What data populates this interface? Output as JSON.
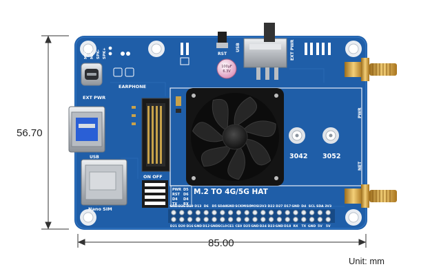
{
  "dimensions": {
    "height_label": "56.70",
    "width_label": "85.00",
    "unit_label": "Unit: mm"
  },
  "board": {
    "title": "M.2 TO 4G/5G HAT",
    "standoff_labels": [
      "3042",
      "3052"
    ],
    "silkscreen": {
      "top_left_pins": [
        "MIC-",
        "MIC+",
        "SPK-",
        "SPK+"
      ],
      "ext_pwr_left": "EXT PWR",
      "earphone": "EARPHONE",
      "rst": "RST",
      "usb_top": "USB",
      "ext_pwr_top": "EXT PWR",
      "usb_left": "USB",
      "on_off": "ON  OFF",
      "nano_sim": "Nano SIM",
      "pwr": "PWR",
      "net": "NET",
      "led_rows": [
        {
          "a": "PWR",
          "b": "D5"
        },
        {
          "a": "RST",
          "b": "D6"
        },
        {
          "a": "D4",
          "b": "D4"
        },
        {
          "a": "TX",
          "b": "RX"
        }
      ],
      "gpio_top": [
        "GND",
        "D26",
        "D19",
        "D13",
        "D6",
        "D5",
        "SDA0",
        "GND",
        "SCK",
        "MISO",
        "MOSI",
        "3V3",
        "D22",
        "D27",
        "D17",
        "GND",
        "D4",
        "SCL",
        "SDA",
        "3V3"
      ],
      "gpio_bottom": [
        "D21",
        "D20",
        "D16",
        "GND",
        "D12",
        "GND",
        "SCL0",
        "CE1",
        "CE0",
        "D25",
        "GND",
        "D24",
        "D23",
        "GND",
        "D18",
        "RX",
        "TX",
        "GND",
        "5V",
        "5V"
      ]
    }
  },
  "colors": {
    "board": "#1f5ea8",
    "board_dark": "#174a86",
    "silk": "#ffffff",
    "metal": "#c9ccd0",
    "gold": "#d9a63c",
    "fan": "#1b1b1b"
  }
}
